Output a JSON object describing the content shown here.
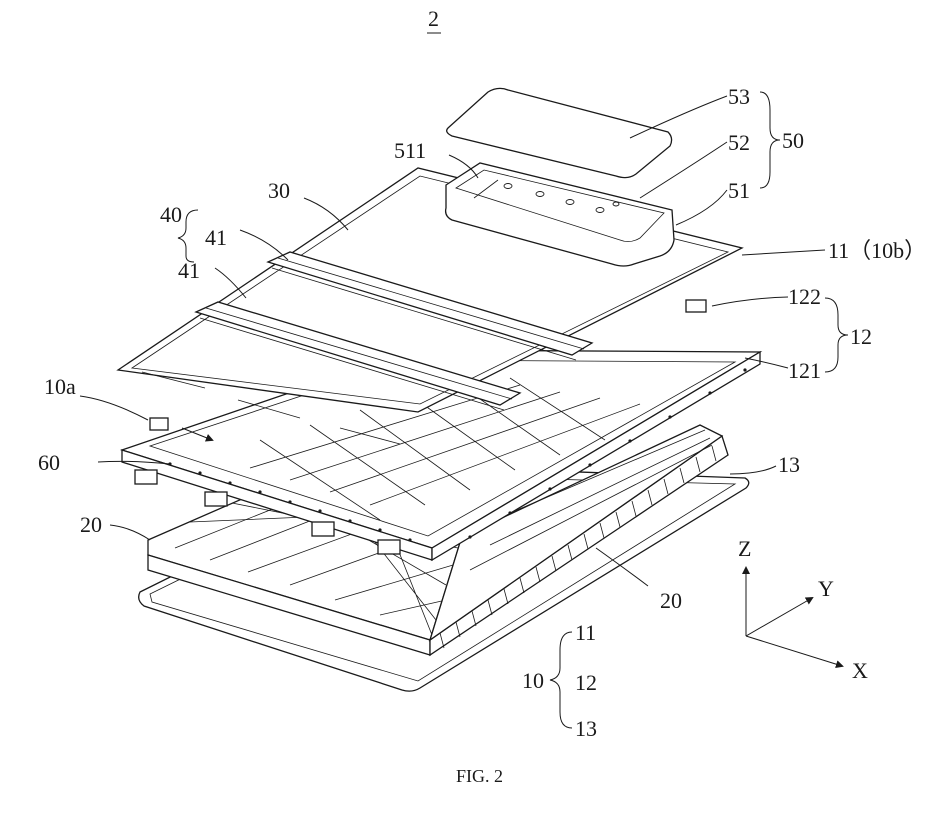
{
  "figure_number": "2",
  "caption": "FIG. 2",
  "labels": {
    "l53": "53",
    "l52": "52",
    "l51": "51",
    "l50": "50",
    "l511": "511",
    "l30": "30",
    "l40": "40",
    "l41a": "41",
    "l41b": "41",
    "l11_10b": "11（10b）",
    "l122": "122",
    "l12": "12",
    "l121": "121",
    "l10a": "10a",
    "l60": "60",
    "l13": "13",
    "l20a": "20",
    "l20b": "20",
    "l11": "11",
    "l10": "10",
    "l12b": "12",
    "l13b": "13"
  },
  "axes": {
    "z": "Z",
    "y": "Y",
    "x": "X"
  },
  "colors": {
    "line": "#1a1a1a",
    "background": "#ffffff"
  }
}
